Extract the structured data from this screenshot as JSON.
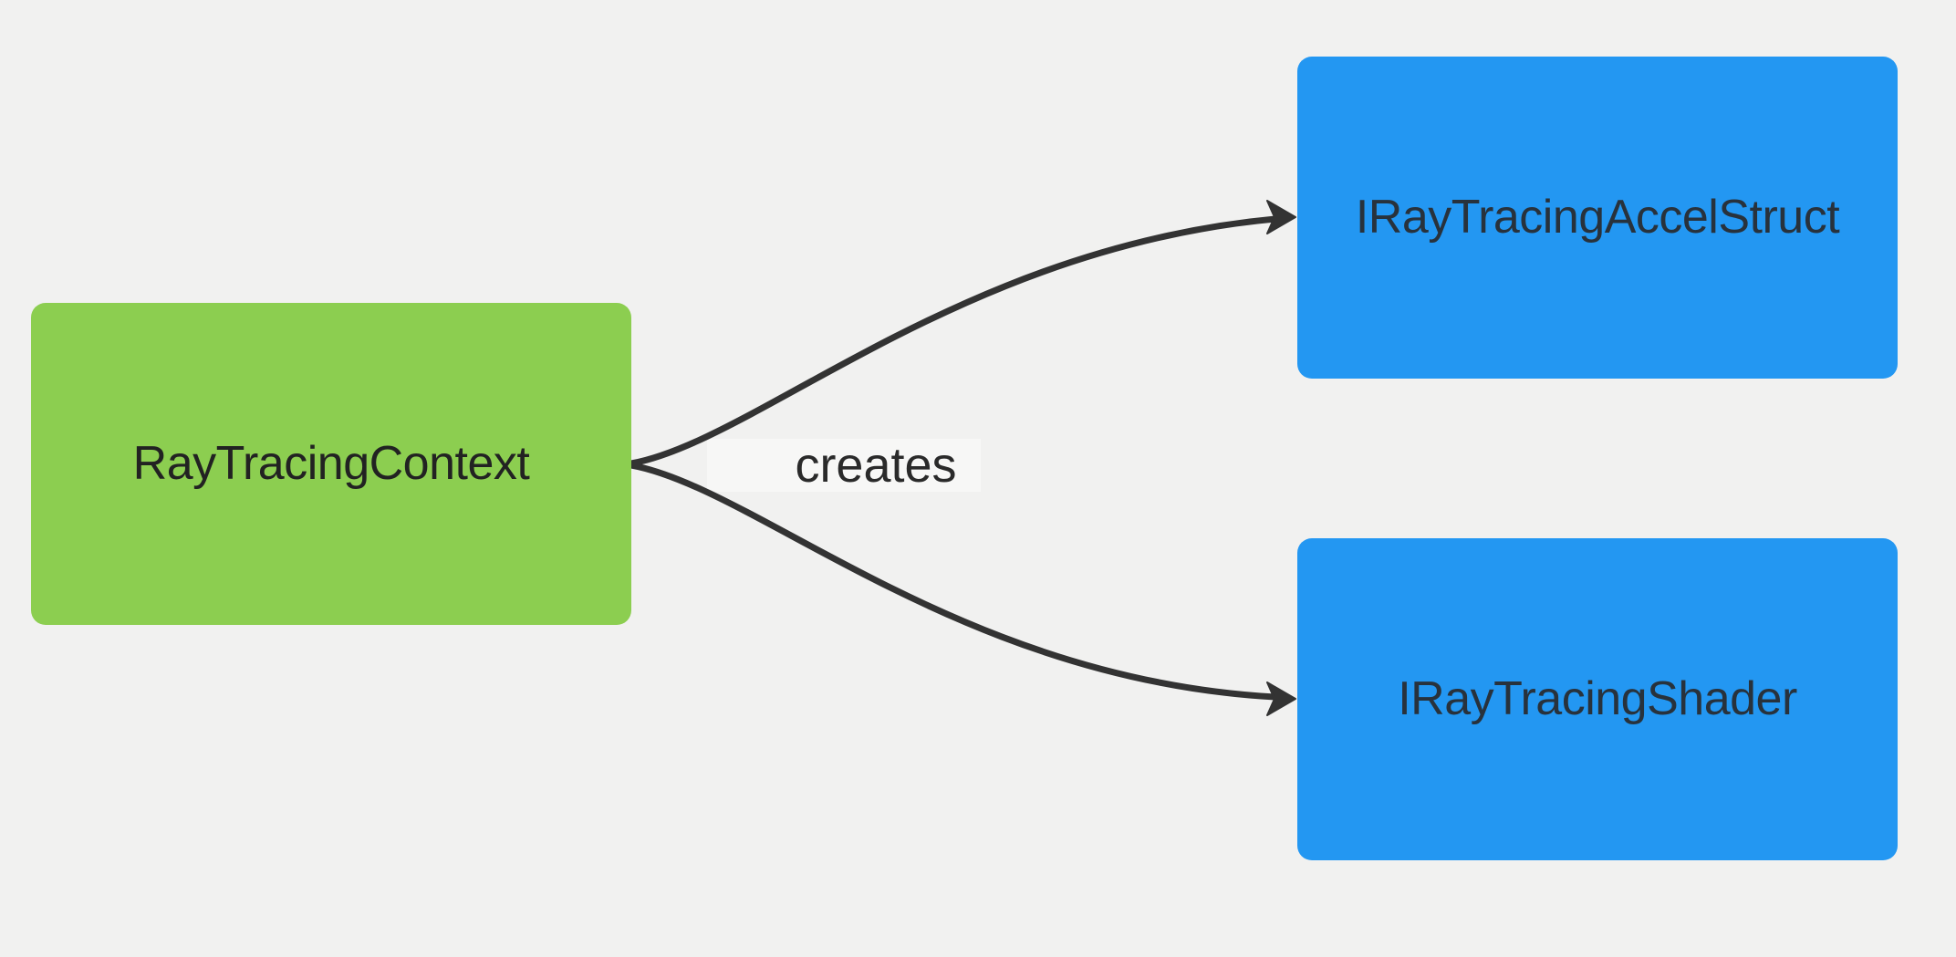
{
  "diagram": {
    "type": "flowchart",
    "direction": "left-to-right",
    "background_color": "#f1f1f0",
    "edge_color": "#333333",
    "edge_label": "creates",
    "nodes": [
      {
        "id": "RayTracingContext",
        "label": "RayTracingContext",
        "shape": "rounded-rect",
        "fill": "#8cce50",
        "text_color": "#222222"
      },
      {
        "id": "IRayTracingAccelStruct",
        "label": "IRayTracingAccelStruct",
        "shape": "rounded-rect",
        "fill": "#2397f2",
        "text_color": "#28323c"
      },
      {
        "id": "IRayTracingShader",
        "label": "IRayTracingShader",
        "shape": "rounded-rect",
        "fill": "#2397f2",
        "text_color": "#28323c"
      }
    ],
    "edges": [
      {
        "from": "RayTracingContext",
        "to": "IRayTracingAccelStruct",
        "label": "creates",
        "style": "curved",
        "arrow": "filled-arrowhead"
      },
      {
        "from": "RayTracingContext",
        "to": "IRayTracingShader",
        "label": "creates",
        "style": "curved",
        "arrow": "filled-arrowhead"
      }
    ]
  }
}
